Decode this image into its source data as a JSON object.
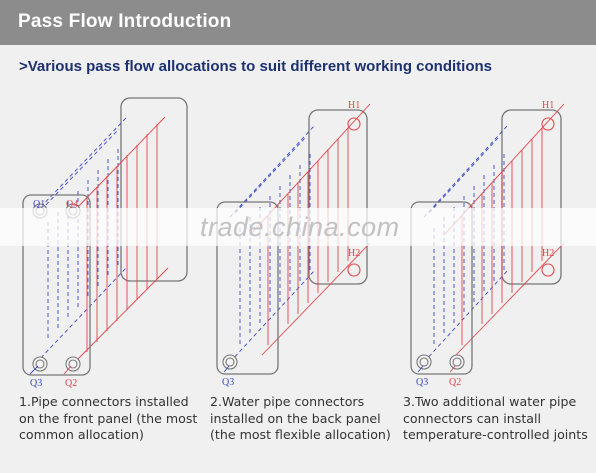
{
  "header": {
    "title": "Pass Flow Introduction"
  },
  "subtitle": ">Various pass flow allocations to suit different working conditions",
  "watermark": "trade.china.com",
  "colors": {
    "hot": "#e0454a",
    "cold": "#3a49c8",
    "frame": "#777777",
    "header_bg": "#8c8c8c",
    "subtitle": "#1d3170"
  },
  "diagrams": [
    {
      "labels": {
        "q1": "Q1",
        "q2": "Q2",
        "q3": "Q3",
        "q4": "Q4",
        "h1": "",
        "h2": ""
      },
      "caption": "1.Pipe connectors installed on the front panel (the most common allocation)"
    },
    {
      "labels": {
        "q1": "",
        "q2": "",
        "q3": "Q3",
        "q4": "",
        "h1": "H1",
        "h2": "H2"
      },
      "caption": "2.Water pipe connectors installed on the back panel (the most flexible allocation)"
    },
    {
      "labels": {
        "q1": "",
        "q2": "",
        "q3": "Q3",
        "q4": "Q2",
        "h1": "H1",
        "h2": "H2"
      },
      "caption": "3.Two additional water pipe connectors can install temperature-controlled joints"
    }
  ]
}
